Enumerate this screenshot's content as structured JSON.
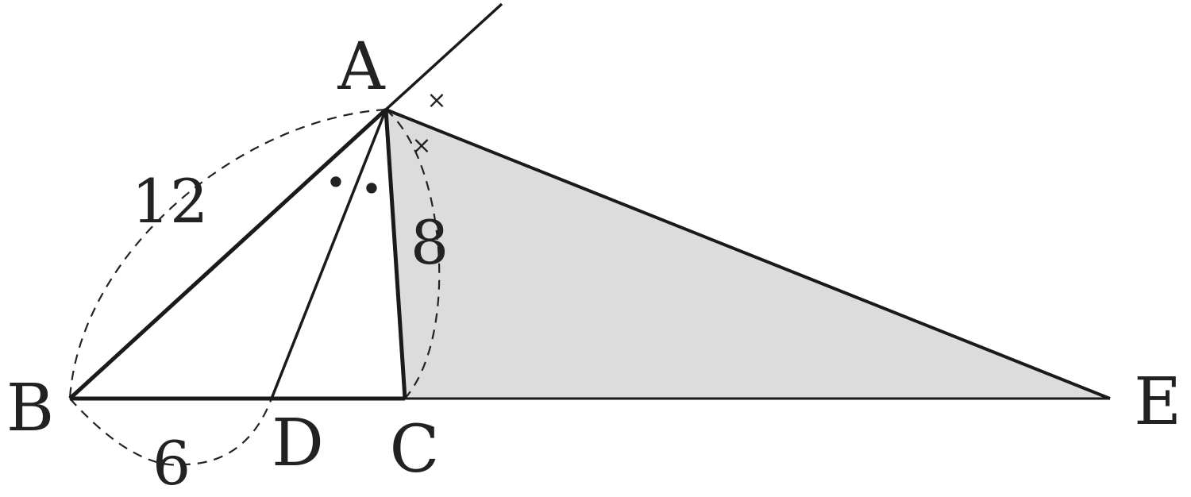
{
  "diagram": {
    "points": {
      "A": "A",
      "B": "B",
      "C": "C",
      "D": "D",
      "E": "E"
    },
    "lengths": {
      "AB": "12",
      "AC": "8",
      "BD": "6"
    },
    "marks": {
      "equal_angle_dot": "•",
      "equal_angle_cross": "×"
    },
    "colors": {
      "shaded_region": "#dcdcdc",
      "stroke": "#1a1a1a"
    }
  }
}
